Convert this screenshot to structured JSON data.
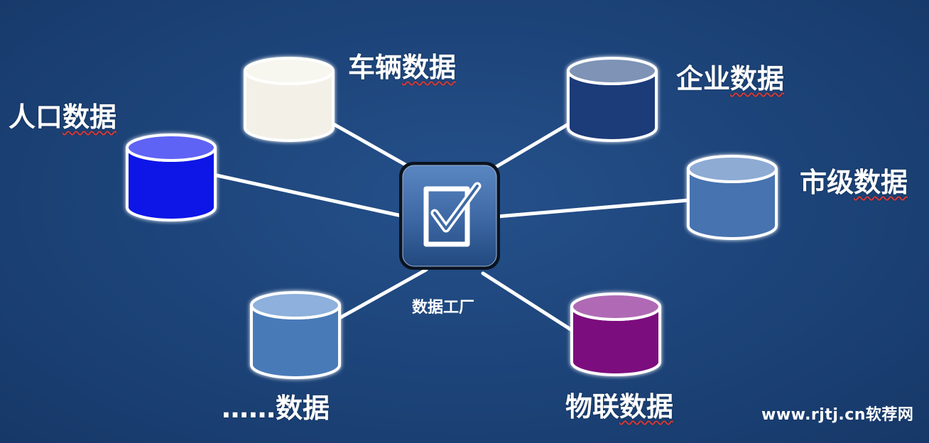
{
  "hub": {
    "label": "数据工厂",
    "icon": "checkbox-icon"
  },
  "databases": [
    {
      "id": "vehicle",
      "prefix": "车辆",
      "suffix": "数据",
      "color": "#f3f1e7",
      "top_color": "#f7f6ef"
    },
    {
      "id": "enterprise",
      "prefix": "企业",
      "suffix": "数据",
      "color": "#1f3a79",
      "top_color": "#7e93b6"
    },
    {
      "id": "population",
      "prefix": "人口",
      "suffix": "数据",
      "color": "#0d12e6",
      "top_color": "#5f63f5"
    },
    {
      "id": "city",
      "prefix": "市级",
      "suffix": "数据",
      "color": "#4773b0",
      "top_color": "#8eabd4"
    },
    {
      "id": "other",
      "prefix": "……",
      "suffix": "数据",
      "color": "#4a7ab8",
      "top_color": "#8db0dc"
    },
    {
      "id": "iot",
      "prefix": "物联",
      "suffix": "数据",
      "color": "#7b0e7e",
      "top_color": "#b06ab5"
    }
  ],
  "watermark": "www.rjtj.cn软荐网",
  "colors": {
    "background": "#1d447a",
    "connector": "#ffffff",
    "hub_fill": "#3d6aa6",
    "hub_border": "#0a0f1a",
    "squiggle": "#d23a3a"
  }
}
